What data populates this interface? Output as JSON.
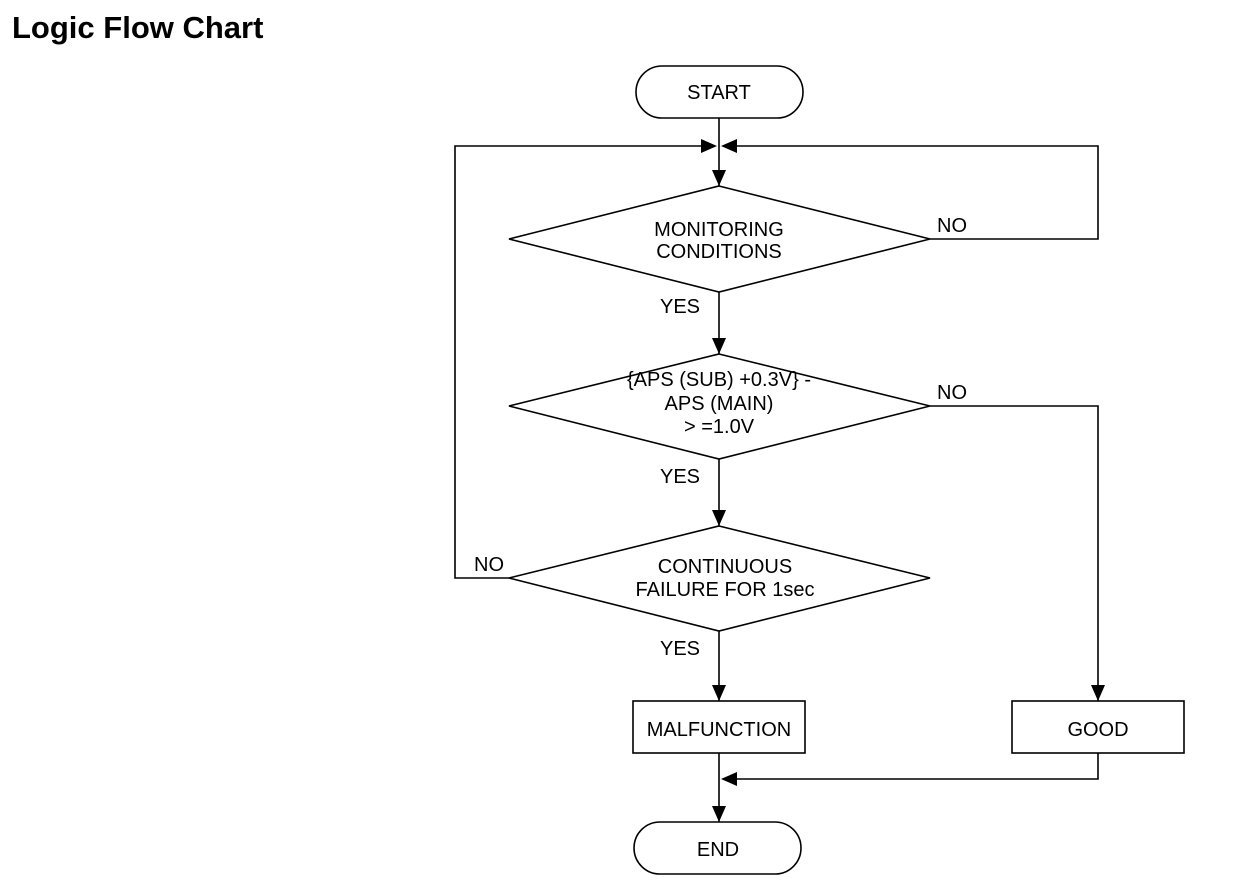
{
  "title": "Logic Flow Chart",
  "nodes": {
    "start": "START",
    "monitoring": [
      "MONITORING",
      "CONDITIONS"
    ],
    "aps": [
      "{APS (SUB) +0.3V} -",
      "APS (MAIN)",
      "> =1.0V"
    ],
    "continuous": [
      "CONTINUOUS",
      "FAILURE FOR 1sec"
    ],
    "malfunction": "MALFUNCTION",
    "good": "GOOD",
    "end": "END"
  },
  "labels": {
    "monitoring_yes": "YES",
    "monitoring_no": "NO",
    "aps_yes": "YES",
    "aps_no": "NO",
    "continuous_yes": "YES",
    "continuous_no": "NO"
  }
}
